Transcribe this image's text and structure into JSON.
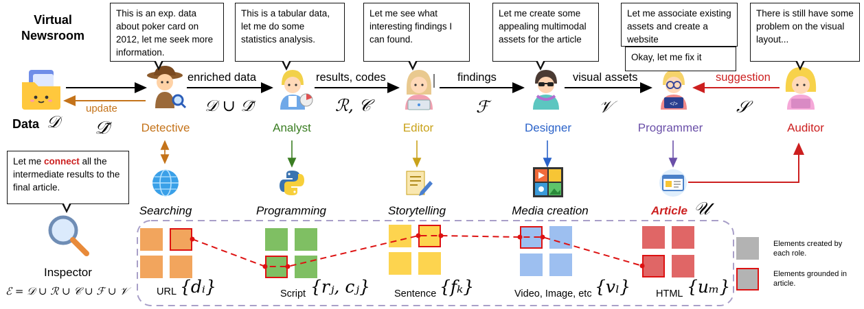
{
  "title_line1": "Virtual",
  "title_line2": "Newsroom",
  "data_label": "Data",
  "data_symbol": "𝒟",
  "update_label": "update",
  "update_symbol": "𝒟̃",
  "roles": {
    "detective": "Detective",
    "analyst": "Analyst",
    "editor": "Editor",
    "designer": "Designer",
    "programmer": "Programmer",
    "auditor": "Auditor",
    "inspector": "Inspector"
  },
  "role_colors": {
    "detective": "#c4731a",
    "analyst": "#3a7d22",
    "editor": "#c9a21a",
    "designer": "#2a62c9",
    "programmer": "#6a4fa8",
    "auditor": "#cc1f1f"
  },
  "edges": {
    "enriched": "enriched data",
    "enriched_symbol": "𝒟 ∪ 𝒟̃",
    "results": "results, codes",
    "results_symbol": "ℛ, 𝒞",
    "findings": "findings",
    "findings_symbol": "ℱ",
    "visual": "visual assets",
    "visual_symbol": "𝒱",
    "suggestion": "suggestion",
    "suggestion_symbol": "𝒮"
  },
  "bubbles": {
    "detective": "This is an exp. data about poker card on 2012, let me seek more information.",
    "analyst": "This is a tabular data, let me do some statistics analysis.",
    "editor": "Let me see what interesting findings I can found.",
    "designer": "Let me create some appealing multimodal assets for the article",
    "programmer_top": "Let me associate existing assets and create a website",
    "programmer_fix": "Okay, let me fix it",
    "auditor": "There is still have some problem on the visual layout...",
    "inspector_pre": "Let me ",
    "inspector_keyword": "connect",
    "inspector_post": " all the intermediate results to the final article."
  },
  "activities": {
    "searching": "Searching",
    "programming": "Programming",
    "storytelling": "Storytelling",
    "media": "Media creation",
    "article": "Article",
    "article_symbol": "𝒰"
  },
  "elements": {
    "url": "URL",
    "url_symbol": "{dᵢ}",
    "script": "Script",
    "script_symbol": "{rⱼ, cⱼ}",
    "sentence": "Sentence",
    "sentence_symbol": "{fₖ}",
    "video": "Video, Image, etc",
    "video_symbol": "{vₗ}",
    "html": "HTML",
    "html_symbol": "{uₘ}"
  },
  "inspector_formula": "ℰ = 𝒟 ∪ ℛ ∪ 𝒞 ∪ ℱ ∪ 𝒱",
  "legend": {
    "created": "Elements created by each role.",
    "grounded": "Elements grounded in article."
  },
  "square_colors": {
    "orange": "#f2a55d",
    "green": "#7fbf63",
    "yellow": "#fdd44f",
    "blue": "#9dbff0",
    "red": "#e06666",
    "gray": "#b3b3b3",
    "highlight": "#dd1111"
  }
}
